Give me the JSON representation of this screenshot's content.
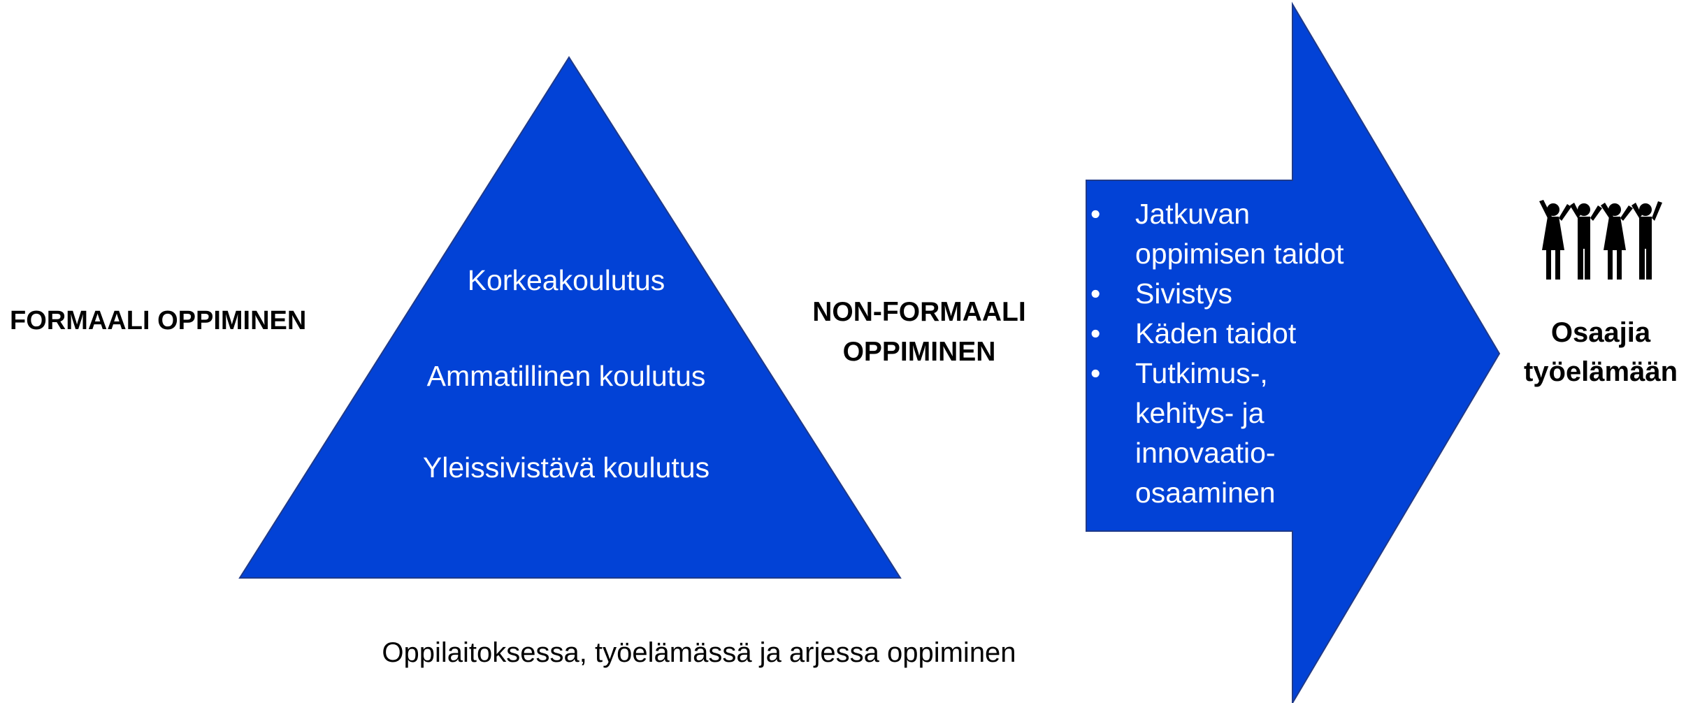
{
  "colors": {
    "shape_fill": "#0242d6",
    "shape_stroke": "#1f3a8a",
    "text_light": "#ffffff",
    "text_dark": "#000000"
  },
  "labels": {
    "formal": "FORMAALI OPPIMINEN",
    "nonformal": "NON-FORMAALI OPPIMINEN",
    "bottom_caption": "Oppilaitoksessa, työelämässä ja arjessa oppiminen",
    "result": "Osaajia työelämään"
  },
  "triangle": {
    "levels": [
      "Korkeakoulutus",
      "Ammatillinen koulutus",
      "Yleissivistävä koulutus"
    ]
  },
  "arrow": {
    "bullet_symbol": "•",
    "items": [
      "Jatkuvan oppimisen taidot",
      "Sivistys",
      "Käden taidot",
      "Tutkimus-, kehitys- ja innovaatio-osaaminen"
    ]
  },
  "icons": {
    "people": "people-group-icon"
  }
}
